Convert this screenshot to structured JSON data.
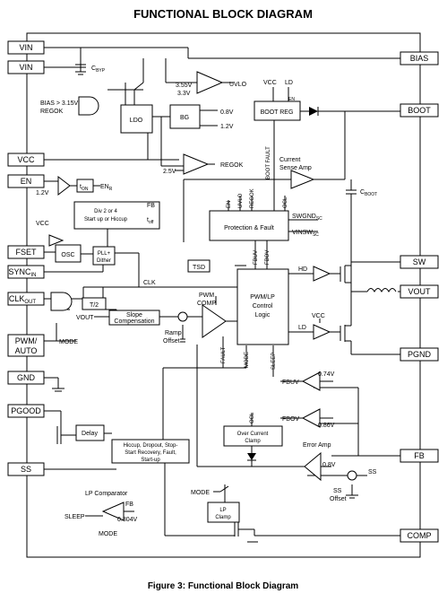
{
  "title": "FUNCTIONAL BLOCK DIAGRAM",
  "caption": "Figure 3: Functional Block Diagram",
  "pins_left": [
    "VIN",
    "VIN",
    "VCC",
    "EN",
    "FSET",
    "SYNC",
    "CLK",
    "PWM/",
    "AUTO",
    "GND",
    "PGOOD",
    "SS"
  ],
  "pin_sub": {
    "sync": "IN",
    "clk": "OUT"
  },
  "pins_right": [
    "BIAS",
    "BOOT",
    "SW",
    "VOUT",
    "PGND",
    "FB",
    "COMP"
  ],
  "blocks": {
    "ldo": "LDO",
    "bg": "BG",
    "boot_reg": "BOOT REG",
    "osc": "OSC",
    "pll_1": "PLL+",
    "pll_2": "Dither",
    "t2": "T/2",
    "slope_1": "Slope",
    "slope_2": "Compensation",
    "protection": "Protection & Fault",
    "pwm_1": "PWM/LP",
    "pwm_2": "Control",
    "pwm_3": "Logic",
    "ocl_clamp_1": "Over Current",
    "ocl_clamp_2": "Clamp",
    "delay": "Delay",
    "hiccup_1": "Hiccup, Dropout, Stop-",
    "hiccup_2": "Start Recovery, Fault,",
    "hiccup_3": "Start-up",
    "lp_clamp_1": "LP",
    "lp_clamp_2": "Clamp",
    "div_1": "Div 2 or 4",
    "div_2": "Start up or Hiccup"
  },
  "labels": {
    "bias_315": "BIAS > 3.15V",
    "regok": "REGOK",
    "cbyp_c": "C",
    "cbyp_sub": "BYP",
    "uvlo": "UVLO",
    "v355": "3.55V",
    "v33": "3.3V",
    "v08": "0.8V",
    "v12": "1.2V",
    "v25": "2.5V",
    "regok2": "REGOK",
    "vcc1": "VCC",
    "ld1": "LD",
    "en_small": "EN",
    "boot_fault": "BOOT FAULT",
    "current_1": "Current",
    "current_2": "Sense Amp",
    "cboot_c": "C",
    "cboot_sub": "BOOT",
    "en_r_1": "EN",
    "en_r_sub": "R",
    "t_on": "t",
    "t_on_sub": "ON",
    "v12_en": "1.2V",
    "fb1": "FB",
    "t_off": "t",
    "t_off_sub": "off",
    "vcc2": "VCC",
    "swgnd": "SWGND",
    "swgnd_sub": "SC",
    "vinsw": "VINSW",
    "vinsw_sub": "SC",
    "en_r_prot": "EN",
    "uvlo2": "UVLO",
    "regok3": "REGOK",
    "ocl": "OCL",
    "fbuv": "FBUV",
    "fbov": "FBOV",
    "tsd": "TSD",
    "clk": "CLK",
    "hd": "HD",
    "ld2": "LD",
    "vcc3": "VCC",
    "pwm_comp_1": "PWM",
    "pwm_comp_2": "COMP",
    "vout_in": "VOUT",
    "ramp_1": "Ramp",
    "ramp_2": "Offset",
    "mode": "MODE",
    "fault": "FAULT",
    "mode2": "MODE",
    "sleep": "SLEEP",
    "fbuv2": "FBUV",
    "v074": "0.74V",
    "fbov2": "FBOV",
    "v086": "0.86V",
    "ocl2": "OCL",
    "error_amp": "Error Amp",
    "v08b": "0.8V",
    "ss": "SS",
    "ss_off_1": "SS",
    "ss_off_2": "Offset",
    "lp_comp": "LP Comparator",
    "fb2": "FB",
    "sleep2": "SLEEP",
    "v0804": "0.804V",
    "mode3": "MODE",
    "mode4": "MODE"
  }
}
